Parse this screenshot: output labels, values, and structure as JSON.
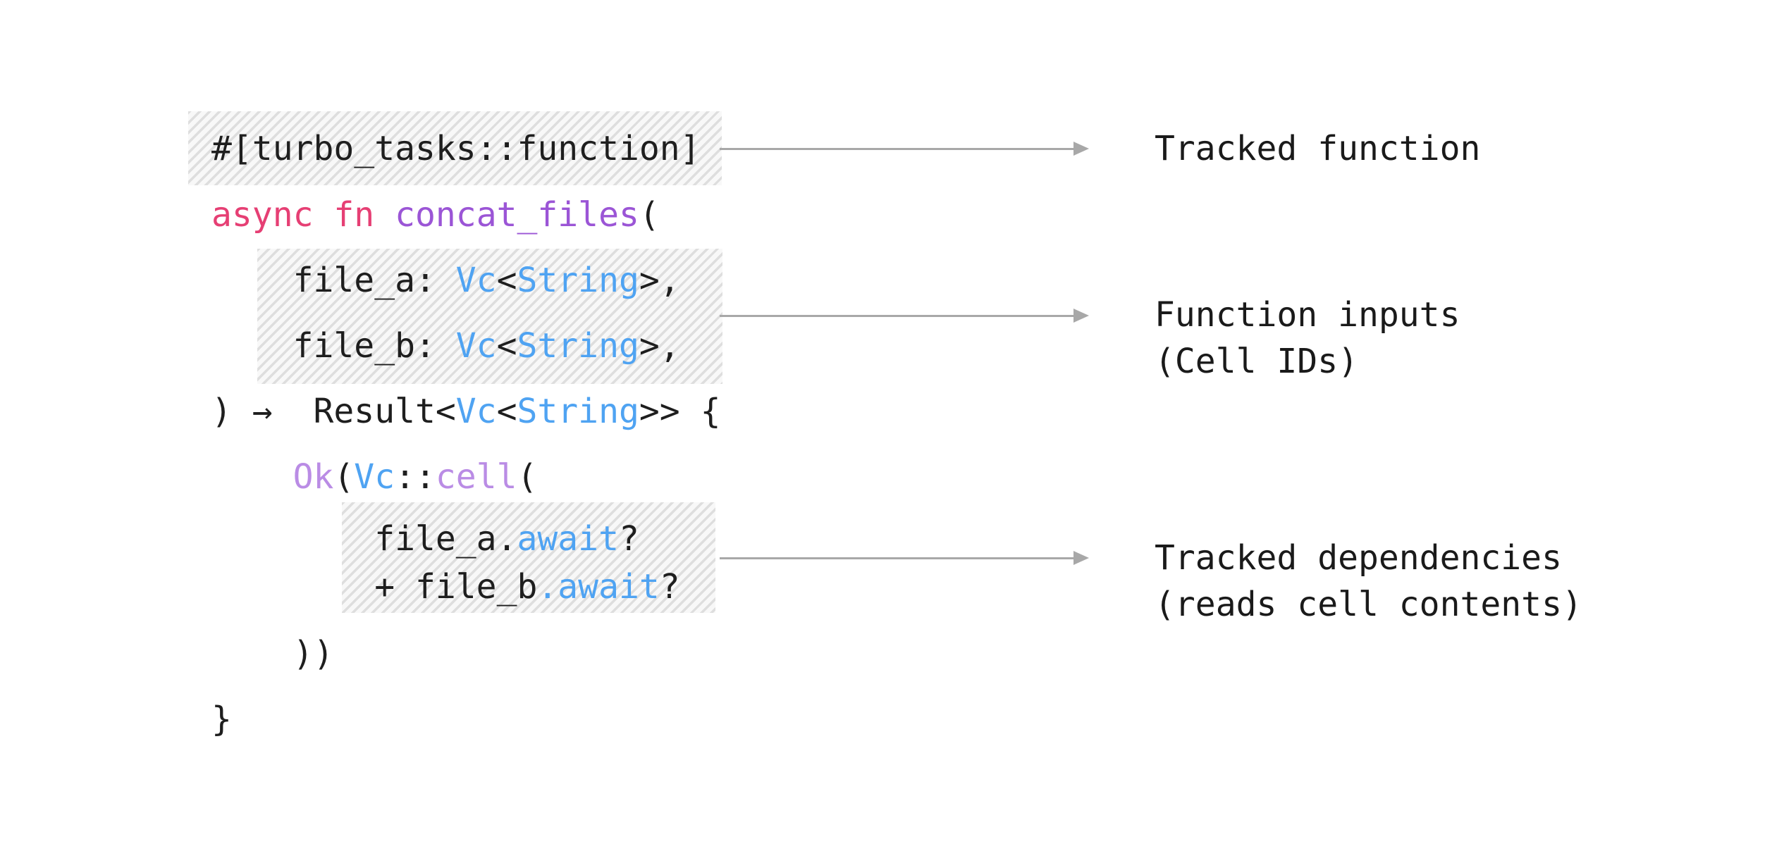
{
  "figure": {
    "description": "Annotated Rust code snippet explaining turbo_tasks tracked functions"
  },
  "colors": {
    "code-black": "#1e1e1e",
    "keyword-pink": "#e63f74",
    "function-purple": "#9b55d6",
    "call-light-purple": "#ba8ce5",
    "type-blue": "#4fa3f2",
    "arrow-gray": "#a8a8a8",
    "hatch-line": "#dedede",
    "hatch-bg": "#f8f8f8",
    "label-black": "#1a1a1a",
    "page-bg": "#ffffff"
  },
  "code": {
    "lines": [
      {
        "highlight": "tracked-function",
        "tokens": [
          {
            "text": "#[turbo_tasks::function]",
            "color": "code-black"
          }
        ]
      },
      {
        "highlight": null,
        "tokens": [
          {
            "text": "async fn ",
            "color": "keyword-pink"
          },
          {
            "text": "concat_files",
            "color": "function-purple"
          },
          {
            "text": "(",
            "color": "code-black"
          }
        ]
      },
      {
        "highlight": "function-inputs",
        "tokens": [
          {
            "text": "    file_a: ",
            "color": "code-black"
          },
          {
            "text": "Vc",
            "color": "type-blue"
          },
          {
            "text": "<",
            "color": "code-black"
          },
          {
            "text": "String",
            "color": "type-blue"
          },
          {
            "text": ">,",
            "color": "code-black"
          }
        ]
      },
      {
        "highlight": "function-inputs",
        "tokens": [
          {
            "text": "    file_b: ",
            "color": "code-black"
          },
          {
            "text": "Vc",
            "color": "type-blue"
          },
          {
            "text": "<",
            "color": "code-black"
          },
          {
            "text": "String",
            "color": "type-blue"
          },
          {
            "text": ">,",
            "color": "code-black"
          }
        ]
      },
      {
        "highlight": null,
        "tokens": [
          {
            "text": ") →  Result<",
            "color": "code-black"
          },
          {
            "text": "Vc",
            "color": "type-blue"
          },
          {
            "text": "<",
            "color": "code-black"
          },
          {
            "text": "String",
            "color": "type-blue"
          },
          {
            "text": ">> {",
            "color": "code-black"
          }
        ]
      },
      {
        "highlight": null,
        "tokens": [
          {
            "text": "    ",
            "color": "code-black"
          },
          {
            "text": "Ok",
            "color": "call-light-purple"
          },
          {
            "text": "(",
            "color": "code-black"
          },
          {
            "text": "Vc",
            "color": "type-blue"
          },
          {
            "text": "::",
            "color": "code-black"
          },
          {
            "text": "cell",
            "color": "call-light-purple"
          },
          {
            "text": "(",
            "color": "code-black"
          }
        ]
      },
      {
        "highlight": "tracked-dependencies",
        "tokens": [
          {
            "text": "        file_a.",
            "color": "code-black"
          },
          {
            "text": "await",
            "color": "type-blue"
          },
          {
            "text": "?",
            "color": "code-black"
          }
        ]
      },
      {
        "highlight": "tracked-dependencies",
        "tokens": [
          {
            "text": "        + file_b",
            "color": "code-black"
          },
          {
            "text": ".await",
            "color": "type-blue"
          },
          {
            "text": "?",
            "color": "code-black"
          }
        ]
      },
      {
        "highlight": null,
        "tokens": [
          {
            "text": "    ))",
            "color": "code-black"
          }
        ]
      },
      {
        "highlight": null,
        "tokens": [
          {
            "text": "}",
            "color": "code-black"
          }
        ]
      }
    ]
  },
  "annotations": [
    {
      "id": "tracked-function",
      "lines": [
        "Tracked function"
      ]
    },
    {
      "id": "function-inputs",
      "lines": [
        "Function inputs",
        "(Cell IDs)"
      ]
    },
    {
      "id": "tracked-dependencies",
      "lines": [
        "Tracked dependencies",
        "(reads cell contents)"
      ]
    }
  ]
}
